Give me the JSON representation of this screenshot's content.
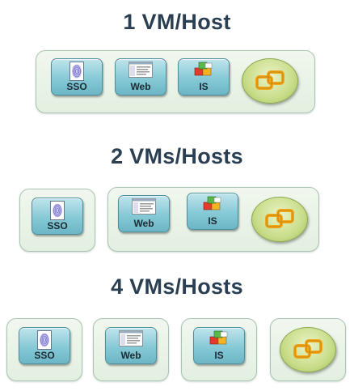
{
  "sections": [
    {
      "title": "1 VM/Host"
    },
    {
      "title": "2 VMs/Hosts"
    },
    {
      "title": "4 VMs/Hosts"
    }
  ],
  "components": {
    "sso": {
      "label": "SSO",
      "icon": "fingerprint-icon"
    },
    "web": {
      "label": "Web",
      "icon": "web-client-screen-icon"
    },
    "is": {
      "label": "IS",
      "icon": "inventory-blocks-icon"
    },
    "vcenter": {
      "icon": "vcenter-logo-icon"
    }
  },
  "colors": {
    "title": "#2a3f52",
    "box_fill": "#e3efe0",
    "box_border": "#a9c4b2",
    "tile_fill": "#86c9d6",
    "logo_green": "#9fbf5a",
    "logo_orange": "#f0a81c"
  }
}
